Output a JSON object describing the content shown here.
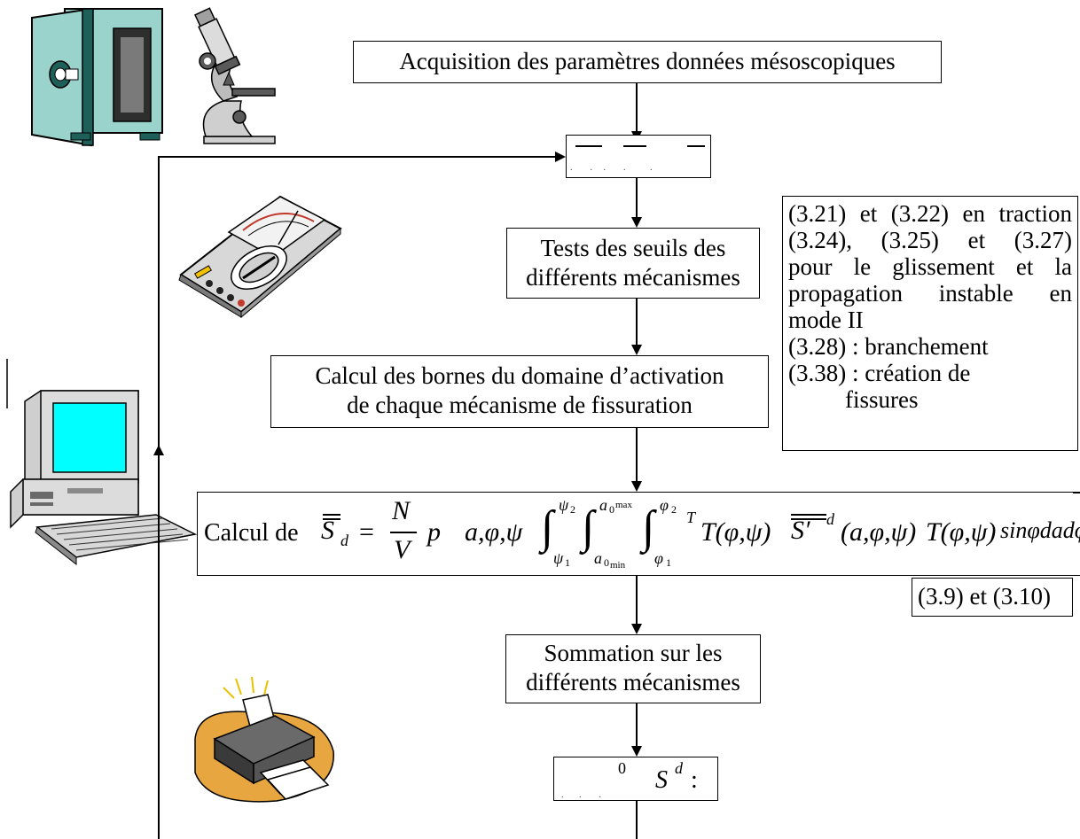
{
  "flowchart": {
    "steps": {
      "acquisition": "Acquisition des paramètres données mésoscopiques",
      "tests_line1": "Tests des seuils des",
      "tests_line2": "différents mécanismes",
      "bornes_line1": "Calcul des bornes du domaine d’activation",
      "bornes_line2": "de chaque mécanisme de fissuration",
      "calcul_prefix": "Calcul de",
      "sommation_line1": "Sommation sur les",
      "sommation_line2": "différents mécanismes",
      "final_symbol": "S",
      "final_sup": "d",
      "final_zero": "0",
      "final_colon": ":"
    },
    "references": {
      "lines": [
        "(3.21) et (3.22) en traction",
        "(3.24), (3.25) et (3.27)",
        "pour le glissement et la",
        "propagation instable en",
        "mode II",
        "(3.28) : branchement",
        "(3.38) : création de",
        "fissures"
      ],
      "calcul_ref": "(3.9) et (3.10)"
    },
    "formula": {
      "lhs_symbol": "S",
      "lhs_sub": "d",
      "equals": "=",
      "numerator": "N",
      "denominator": "V",
      "p_term": "p",
      "args": "a,φ,ψ",
      "int1_upper": "ψ",
      "int1_upper_sub": "2",
      "int1_lower": "ψ",
      "int1_lower_sub": "1",
      "int2_upper": "a",
      "int2_upper_sub": "0",
      "int2_upper_subsub": "max",
      "int2_lower": "a",
      "int2_lower_sub": "0",
      "int2_lower_subsub": "min",
      "int3_upper": "φ",
      "int3_upper_sub": "2",
      "int3_lower": "φ",
      "int3_lower_sub": "1",
      "transpose": "T",
      "T1": "T(φ,ψ)",
      "S_prime": "S′",
      "S_prime_sup": "d",
      "args2": "(a,φ,ψ)",
      "T2": "T(φ,ψ)",
      "tail": "sinφdadφdψ"
    }
  },
  "icons": [
    "oven-icon",
    "microscope-icon",
    "multimeter-icon",
    "computer-icon",
    "printer-icon"
  ],
  "colors": {
    "oven_body": "#9ad2cc",
    "oven_dark": "#1f5f5a",
    "screen": "#00ffff",
    "computer_body": "#dcdcdc",
    "printer_base": "#e8a640"
  }
}
